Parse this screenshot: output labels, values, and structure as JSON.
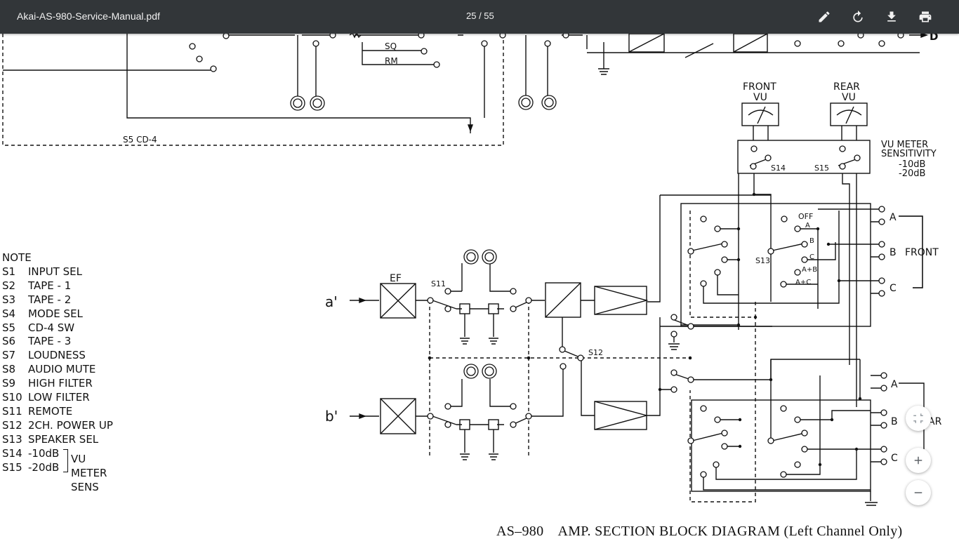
{
  "toolbar": {
    "file_name": "Akai-AS-980-Service-Manual.pdf",
    "page_counter": "25 / 55",
    "icons": [
      "pencil-icon",
      "rotate-icon",
      "download-icon",
      "print-icon"
    ]
  },
  "zoom_controls": {
    "icons": [
      "fit-page-icon",
      "zoom-in-icon",
      "zoom-out-icon"
    ]
  },
  "schematic": {
    "top_labels": {
      "sq": "SQ",
      "rm": "RM",
      "d": "D",
      "s5_cd4": "S5  CD-4"
    },
    "vu": {
      "front": "FRONT",
      "front_vu": "VU",
      "rear": "REAR",
      "rear_vu": "VU",
      "s14": "S14",
      "s15": "S15",
      "sens_title1": "VU METER",
      "sens_title2": "SENSITIVITY",
      "sens_10": "-10dB",
      "sens_20": "-20dB"
    },
    "signal": {
      "a_in": "a'",
      "b_in": "b'",
      "ef": "EF",
      "s11": "S11",
      "s12": "S12",
      "s13": "S13"
    },
    "speaker_sel": {
      "off": "OFF",
      "a": "A",
      "b": "B",
      "c": "C",
      "a_plus_b": "A+B",
      "a_plus_c": "A+C"
    },
    "outputs": {
      "out_a": "A",
      "out_b": "B",
      "out_c": "C",
      "front": "FRONT",
      "rear_a": "A",
      "rear_b": "B",
      "rear_c": "C",
      "rear_partial": "AR"
    }
  },
  "note": {
    "title": "NOTE",
    "items": [
      {
        "code": "S1",
        "label": "INPUT SEL"
      },
      {
        "code": "S2",
        "label": "TAPE - 1"
      },
      {
        "code": "S3",
        "label": "TAPE - 2"
      },
      {
        "code": "S4",
        "label": "MODE SEL"
      },
      {
        "code": "S5",
        "label": "CD-4 SW"
      },
      {
        "code": "S6",
        "label": "TAPE - 3"
      },
      {
        "code": "S7",
        "label": "LOUDNESS"
      },
      {
        "code": "S8",
        "label": "AUDIO MUTE"
      },
      {
        "code": "S9",
        "label": "HIGH FILTER"
      },
      {
        "code": "S10",
        "label": "LOW FILTER"
      },
      {
        "code": "S11",
        "label": "REMOTE"
      },
      {
        "code": "S12",
        "label": "2CH. POWER UP"
      },
      {
        "code": "S13",
        "label": "SPEAKER SEL"
      }
    ],
    "vu_items": [
      {
        "code": "S14",
        "label": "-10dB"
      },
      {
        "code": "S15",
        "label": "-20dB"
      }
    ],
    "vu_group_label": "VU METER SENS"
  },
  "caption": {
    "model": "AS–980",
    "title": "AMP. SECTION BLOCK DIAGRAM (Left Channel Only)"
  }
}
